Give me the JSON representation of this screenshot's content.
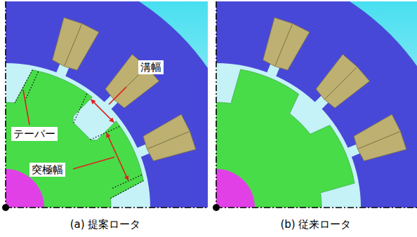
{
  "diagram": {
    "labels": [
      "溝幅",
      "テーパー",
      "突極幅",
      "(a) 提案ロータ",
      "(b) 従来ロータ"
    ]
  }
}
